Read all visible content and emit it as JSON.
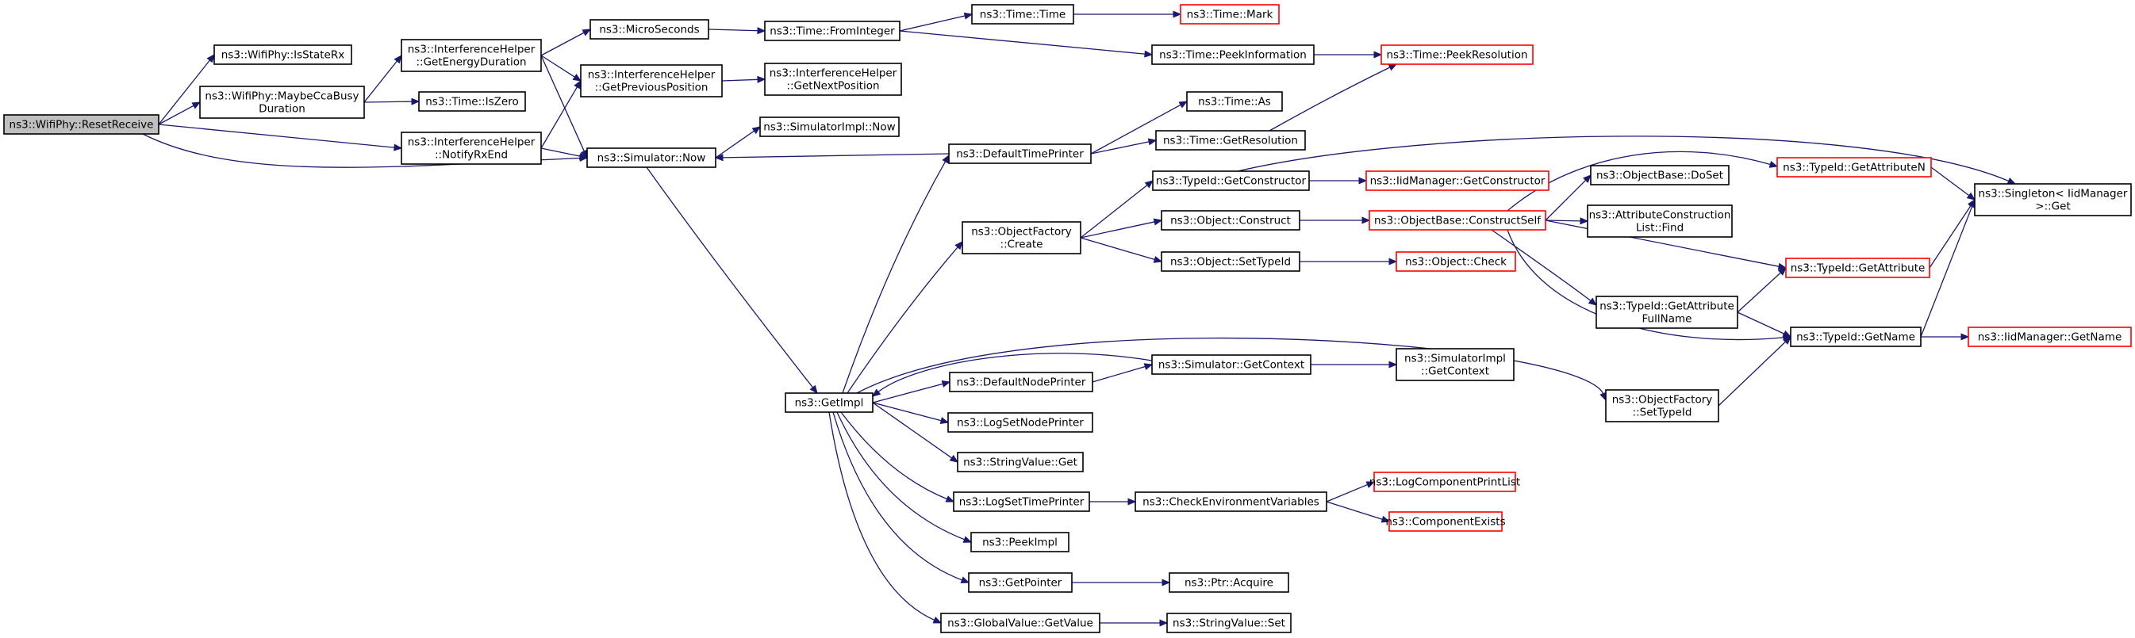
{
  "colors": {
    "edge": "#191970",
    "node_border_normal": "#000000",
    "node_border_truncated": "#ff0000",
    "root_fill": "#bfbfbf",
    "node_fill": "#ffffff"
  },
  "nodes": [
    {
      "id": "root",
      "lines": [
        "ns3::WifiPhy::ResetReceive"
      ],
      "style": "root"
    },
    {
      "id": "isStateRx",
      "lines": [
        "ns3::WifiPhy::IsStateRx"
      ],
      "style": "normal"
    },
    {
      "id": "maybeCca",
      "lines": [
        "ns3::WifiPhy::MaybeCcaBusy",
        "Duration"
      ],
      "style": "normal"
    },
    {
      "id": "getEnergy",
      "lines": [
        "ns3::InterferenceHelper",
        "::GetEnergyDuration"
      ],
      "style": "normal"
    },
    {
      "id": "notifyRxEnd",
      "lines": [
        "ns3::InterferenceHelper",
        "::NotifyRxEnd"
      ],
      "style": "normal"
    },
    {
      "id": "isZero",
      "lines": [
        "ns3::Time::IsZero"
      ],
      "style": "normal"
    },
    {
      "id": "microSeconds",
      "lines": [
        "ns3::MicroSeconds"
      ],
      "style": "normal"
    },
    {
      "id": "getPrevPos",
      "lines": [
        "ns3::InterferenceHelper",
        "::GetPreviousPosition"
      ],
      "style": "normal"
    },
    {
      "id": "simNow",
      "lines": [
        "ns3::Simulator::Now"
      ],
      "style": "normal"
    },
    {
      "id": "fromInteger",
      "lines": [
        "ns3::Time::FromInteger"
      ],
      "style": "normal"
    },
    {
      "id": "getNextPos",
      "lines": [
        "ns3::InterferenceHelper",
        "::GetNextPosition"
      ],
      "style": "normal"
    },
    {
      "id": "simImplNow",
      "lines": [
        "ns3::SimulatorImpl::Now"
      ],
      "style": "normal"
    },
    {
      "id": "timeTime",
      "lines": [
        "ns3::Time::Time"
      ],
      "style": "normal"
    },
    {
      "id": "timeMark",
      "lines": [
        "ns3::Time::Mark"
      ],
      "style": "truncated"
    },
    {
      "id": "peekInfo",
      "lines": [
        "ns3::Time::PeekInformation"
      ],
      "style": "normal"
    },
    {
      "id": "peekRes",
      "lines": [
        "ns3::Time::PeekResolution"
      ],
      "style": "truncated"
    },
    {
      "id": "timeAs",
      "lines": [
        "ns3::Time::As"
      ],
      "style": "normal"
    },
    {
      "id": "getResolution",
      "lines": [
        "ns3::Time::GetResolution"
      ],
      "style": "normal"
    },
    {
      "id": "defaultTimePrinter",
      "lines": [
        "ns3::DefaultTimePrinter"
      ],
      "style": "normal"
    },
    {
      "id": "getImpl",
      "lines": [
        "ns3::GetImpl"
      ],
      "style": "normal"
    },
    {
      "id": "objFactoryCreate",
      "lines": [
        "ns3::ObjectFactory",
        "::Create"
      ],
      "style": "normal"
    },
    {
      "id": "typeIdGetCtor",
      "lines": [
        "ns3::TypeId::GetConstructor"
      ],
      "style": "normal"
    },
    {
      "id": "iidMgrGetCtor",
      "lines": [
        "ns3::IidManager::GetConstructor"
      ],
      "style": "truncated"
    },
    {
      "id": "objConstruct",
      "lines": [
        "ns3::Object::Construct"
      ],
      "style": "normal"
    },
    {
      "id": "objSetTypeId",
      "lines": [
        "ns3::Object::SetTypeId"
      ],
      "style": "normal"
    },
    {
      "id": "objCheck",
      "lines": [
        "ns3::Object::Check"
      ],
      "style": "truncated"
    },
    {
      "id": "constructSelf",
      "lines": [
        "ns3::ObjectBase::ConstructSelf"
      ],
      "style": "truncated"
    },
    {
      "id": "doSet",
      "lines": [
        "ns3::ObjectBase::DoSet"
      ],
      "style": "normal"
    },
    {
      "id": "attrConstrFind",
      "lines": [
        "ns3::AttributeConstruction",
        "List::Find"
      ],
      "style": "normal"
    },
    {
      "id": "getAttrN",
      "lines": [
        "ns3::TypeId::GetAttributeN"
      ],
      "style": "truncated"
    },
    {
      "id": "singleton",
      "lines": [
        "ns3::Singleton< IidManager",
        " >::Get"
      ],
      "style": "normal"
    },
    {
      "id": "getAttribute",
      "lines": [
        "ns3::TypeId::GetAttribute"
      ],
      "style": "truncated"
    },
    {
      "id": "getAttrFullName",
      "lines": [
        "ns3::TypeId::GetAttribute",
        "FullName"
      ],
      "style": "normal"
    },
    {
      "id": "typeIdGetName",
      "lines": [
        "ns3::TypeId::GetName"
      ],
      "style": "normal"
    },
    {
      "id": "iidMgrGetName",
      "lines": [
        "ns3::IidManager::GetName"
      ],
      "style": "truncated"
    },
    {
      "id": "objFactorySetTypeId",
      "lines": [
        "ns3::ObjectFactory",
        "::SetTypeId"
      ],
      "style": "normal"
    },
    {
      "id": "defaultNodePrinter",
      "lines": [
        "ns3::DefaultNodePrinter"
      ],
      "style": "normal"
    },
    {
      "id": "simGetContext",
      "lines": [
        "ns3::Simulator::GetContext"
      ],
      "style": "normal"
    },
    {
      "id": "simImplGetContext",
      "lines": [
        "ns3::SimulatorImpl",
        "::GetContext"
      ],
      "style": "normal"
    },
    {
      "id": "logSetNodePrinter",
      "lines": [
        "ns3::LogSetNodePrinter"
      ],
      "style": "normal"
    },
    {
      "id": "stringValueGet",
      "lines": [
        "ns3::StringValue::Get"
      ],
      "style": "normal"
    },
    {
      "id": "logSetTimePrinter",
      "lines": [
        "ns3::LogSetTimePrinter"
      ],
      "style": "normal"
    },
    {
      "id": "checkEnvVars",
      "lines": [
        "ns3::CheckEnvironmentVariables"
      ],
      "style": "normal"
    },
    {
      "id": "logCompPrintList",
      "lines": [
        "ns3::LogComponentPrintList"
      ],
      "style": "truncated"
    },
    {
      "id": "componentExists",
      "lines": [
        "ns3::ComponentExists"
      ],
      "style": "truncated"
    },
    {
      "id": "peekImpl",
      "lines": [
        "ns3::PeekImpl"
      ],
      "style": "normal"
    },
    {
      "id": "getPointer",
      "lines": [
        "ns3::GetPointer"
      ],
      "style": "normal"
    },
    {
      "id": "ptrAcquire",
      "lines": [
        "ns3::Ptr::Acquire"
      ],
      "style": "normal"
    },
    {
      "id": "globalValueGetValue",
      "lines": [
        "ns3::GlobalValue::GetValue"
      ],
      "style": "normal"
    },
    {
      "id": "stringValueSet",
      "lines": [
        "ns3::StringValue::Set"
      ],
      "style": "normal"
    }
  ],
  "edges": [
    [
      "root",
      "isStateRx"
    ],
    [
      "root",
      "maybeCca"
    ],
    [
      "root",
      "notifyRxEnd"
    ],
    [
      "root",
      "simNow"
    ],
    [
      "maybeCca",
      "getEnergy"
    ],
    [
      "maybeCca",
      "isZero"
    ],
    [
      "getEnergy",
      "microSeconds"
    ],
    [
      "getEnergy",
      "getPrevPos"
    ],
    [
      "getEnergy",
      "simNow"
    ],
    [
      "notifyRxEnd",
      "getPrevPos"
    ],
    [
      "notifyRxEnd",
      "simNow"
    ],
    [
      "microSeconds",
      "fromInteger"
    ],
    [
      "getPrevPos",
      "getNextPos"
    ],
    [
      "fromInteger",
      "timeTime"
    ],
    [
      "fromInteger",
      "peekInfo"
    ],
    [
      "timeTime",
      "timeMark"
    ],
    [
      "peekInfo",
      "peekRes"
    ],
    [
      "simNow",
      "simImplNow"
    ],
    [
      "simNow",
      "getImpl"
    ],
    [
      "defaultTimePrinter",
      "simNow"
    ],
    [
      "defaultTimePrinter",
      "timeAs"
    ],
    [
      "defaultTimePrinter",
      "getResolution"
    ],
    [
      "getResolution",
      "peekRes"
    ],
    [
      "getImpl",
      "defaultTimePrinter"
    ],
    [
      "getImpl",
      "objFactoryCreate"
    ],
    [
      "getImpl",
      "objFactorySetTypeId"
    ],
    [
      "getImpl",
      "defaultNodePrinter"
    ],
    [
      "getImpl",
      "logSetNodePrinter"
    ],
    [
      "getImpl",
      "stringValueGet"
    ],
    [
      "getImpl",
      "logSetTimePrinter"
    ],
    [
      "getImpl",
      "peekImpl"
    ],
    [
      "getImpl",
      "getPointer"
    ],
    [
      "getImpl",
      "globalValueGetValue"
    ],
    [
      "objFactoryCreate",
      "typeIdGetCtor"
    ],
    [
      "objFactoryCreate",
      "objConstruct"
    ],
    [
      "objFactoryCreate",
      "objSetTypeId"
    ],
    [
      "typeIdGetCtor",
      "iidMgrGetCtor"
    ],
    [
      "typeIdGetCtor",
      "singleton"
    ],
    [
      "objConstruct",
      "constructSelf"
    ],
    [
      "objSetTypeId",
      "objCheck"
    ],
    [
      "constructSelf",
      "doSet"
    ],
    [
      "constructSelf",
      "getAttrN"
    ],
    [
      "constructSelf",
      "attrConstrFind"
    ],
    [
      "constructSelf",
      "getAttribute"
    ],
    [
      "constructSelf",
      "getAttrFullName"
    ],
    [
      "constructSelf",
      "typeIdGetName"
    ],
    [
      "getAttrN",
      "singleton"
    ],
    [
      "getAttribute",
      "singleton"
    ],
    [
      "getAttrFullName",
      "getAttribute"
    ],
    [
      "getAttrFullName",
      "typeIdGetName"
    ],
    [
      "typeIdGetName",
      "iidMgrGetName"
    ],
    [
      "typeIdGetName",
      "singleton"
    ],
    [
      "objFactorySetTypeId",
      "typeIdGetName"
    ],
    [
      "defaultNodePrinter",
      "simGetContext"
    ],
    [
      "simGetContext",
      "getImpl"
    ],
    [
      "simGetContext",
      "simImplGetContext"
    ],
    [
      "logSetTimePrinter",
      "checkEnvVars"
    ],
    [
      "checkEnvVars",
      "logCompPrintList"
    ],
    [
      "checkEnvVars",
      "componentExists"
    ],
    [
      "getPointer",
      "ptrAcquire"
    ],
    [
      "globalValueGetValue",
      "stringValueSet"
    ]
  ]
}
